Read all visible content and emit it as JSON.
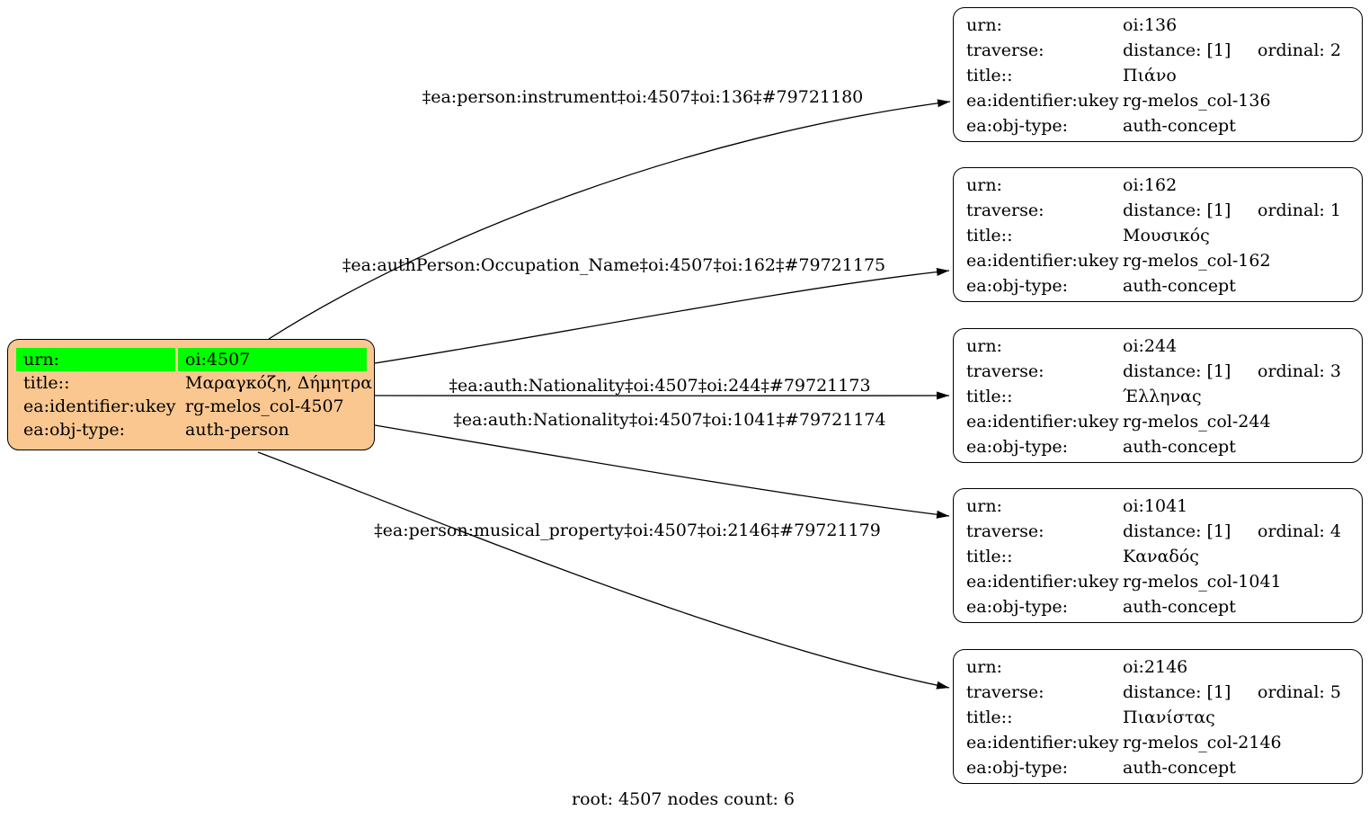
{
  "colors": {
    "background": "#ffffff",
    "root_fill": "#fac790",
    "highlight": "#00ff00",
    "concept_fill": "#ffffff",
    "border": "#000000",
    "edge": "#000000"
  },
  "caption": "root: 4507 nodes count: 6",
  "field_labels": {
    "urn": "urn:",
    "traverse": "traverse:",
    "title": "title::",
    "ukey": "ea:identifier:ukey",
    "obj_type": "ea:obj-type:"
  },
  "root_node": {
    "urn": "oi:4507",
    "title": "Μαραγκόζη, Δήμητρα",
    "ukey": "rg-melos_col-4507",
    "obj_type": "auth-person"
  },
  "concept_nodes": [
    {
      "urn": "oi:136",
      "distance": "distance: [1]",
      "ordinal": "ordinal: 2",
      "title": "Πιάνο",
      "ukey": "rg-melos_col-136",
      "obj_type": "auth-concept"
    },
    {
      "urn": "oi:162",
      "distance": "distance: [1]",
      "ordinal": "ordinal: 1",
      "title": "Μουσικός",
      "ukey": "rg-melos_col-162",
      "obj_type": "auth-concept"
    },
    {
      "urn": "oi:244",
      "distance": "distance: [1]",
      "ordinal": "ordinal: 3",
      "title": "Έλληνας",
      "ukey": "rg-melos_col-244",
      "obj_type": "auth-concept"
    },
    {
      "urn": "oi:1041",
      "distance": "distance: [1]",
      "ordinal": "ordinal: 4",
      "title": "Καναδός",
      "ukey": "rg-melos_col-1041",
      "obj_type": "auth-concept"
    },
    {
      "urn": "oi:2146",
      "distance": "distance: [1]",
      "ordinal": "ordinal: 5",
      "title": "Πιανίστας",
      "ukey": "rg-melos_col-2146",
      "obj_type": "auth-concept"
    }
  ],
  "edge_labels": [
    "‡ea:person:instrument‡oi:4507‡oi:136‡#79721180",
    "‡ea:authPerson:Occupation_Name‡oi:4507‡oi:162‡#79721175",
    "‡ea:auth:Nationality‡oi:4507‡oi:244‡#79721173",
    "‡ea:auth:Nationality‡oi:4507‡oi:1041‡#79721174",
    "‡ea:person:musical_property‡oi:4507‡oi:2146‡#79721179"
  ]
}
